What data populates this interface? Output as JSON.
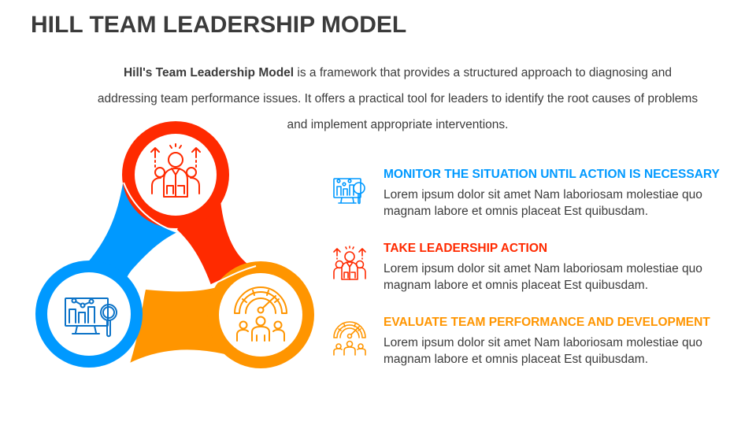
{
  "title": "HILL TEAM LEADERSHIP MODEL",
  "intro": {
    "bold_lead": "Hill's Team Leadership Model",
    "text": " is a framework that provides a structured approach to diagnosing and addressing team performance issues. It offers a practical tool for leaders to identify the root causes of problems and implement appropriate interventions."
  },
  "colors": {
    "red": "#FF2A00",
    "blue": "#0099FF",
    "orange": "#FF9500",
    "text": "#3B3B3B"
  },
  "diagram": {
    "nodes": [
      {
        "position": "top",
        "color": "#FF2A00",
        "icon": "leader-team-icon"
      },
      {
        "position": "bottom-left",
        "color": "#0099FF",
        "icon": "monitor-analytics-icon"
      },
      {
        "position": "bottom-right",
        "color": "#FF9500",
        "icon": "gauge-team-icon"
      }
    ]
  },
  "items": [
    {
      "heading": "MONITOR THE SITUATION UNTIL ACTION IS NECESSARY",
      "body": "Lorem ipsum dolor sit amet Nam laboriosam molestiae quo magnam labore et omnis placeat Est quibusdam.",
      "color": "#0099FF",
      "icon": "monitor-analytics-icon"
    },
    {
      "heading": "TAKE LEADERSHIP ACTION",
      "body": "Lorem ipsum dolor sit amet Nam laboriosam molestiae quo magnam labore et omnis placeat Est quibusdam.",
      "color": "#FF2A00",
      "icon": "leader-team-icon"
    },
    {
      "heading": "EVALUATE TEAM PERFORMANCE AND DEVELOPMENT",
      "body": "Lorem ipsum dolor sit amet Nam laboriosam molestiae quo magnam labore et omnis placeat Est quibusdam.",
      "color": "#FF9500",
      "icon": "gauge-team-icon"
    }
  ]
}
